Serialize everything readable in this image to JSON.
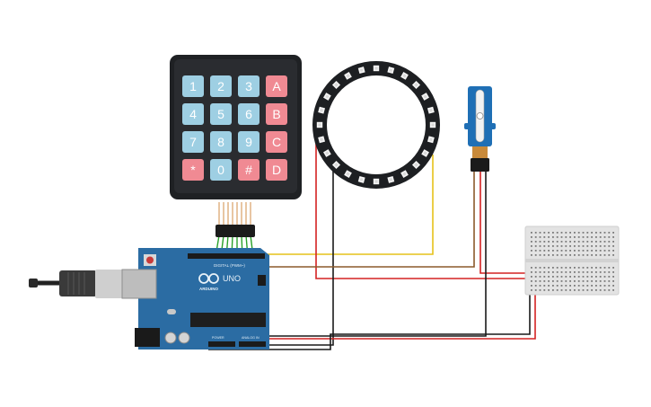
{
  "keypad": {
    "keys": [
      [
        "1",
        "2",
        "3",
        "A"
      ],
      [
        "4",
        "5",
        "6",
        "B"
      ],
      [
        "7",
        "8",
        "9",
        "C"
      ],
      [
        "*",
        "0",
        "#",
        "D"
      ]
    ],
    "colors": {
      "body": "#1f2124",
      "digit": "#9ecfe3",
      "letter": "#f08a93",
      "label": "#ffffff"
    }
  },
  "arduino": {
    "brand_label": "ARDUINO",
    "model_label": "UNO",
    "digital_header_label": "DIGITAL (PWM~)",
    "power_header_label": "POWER",
    "analog_header_label": "ANALOG IN",
    "colors": {
      "board": "#2b6ca3",
      "header": "#1b1b1b"
    }
  },
  "neopixel_ring": {
    "led_count": 24,
    "color": "#1d1f22"
  },
  "servo": {
    "color": "#1f6fb5"
  },
  "breadboard": {
    "color": "#e3e3e3"
  },
  "wires": {
    "colors": {
      "yellow": "#e6c21a",
      "brown": "#8b5a2b",
      "red": "#d32222",
      "black": "#1a1a1a",
      "green": "#2aa12a",
      "orange": "#d9a066"
    }
  }
}
